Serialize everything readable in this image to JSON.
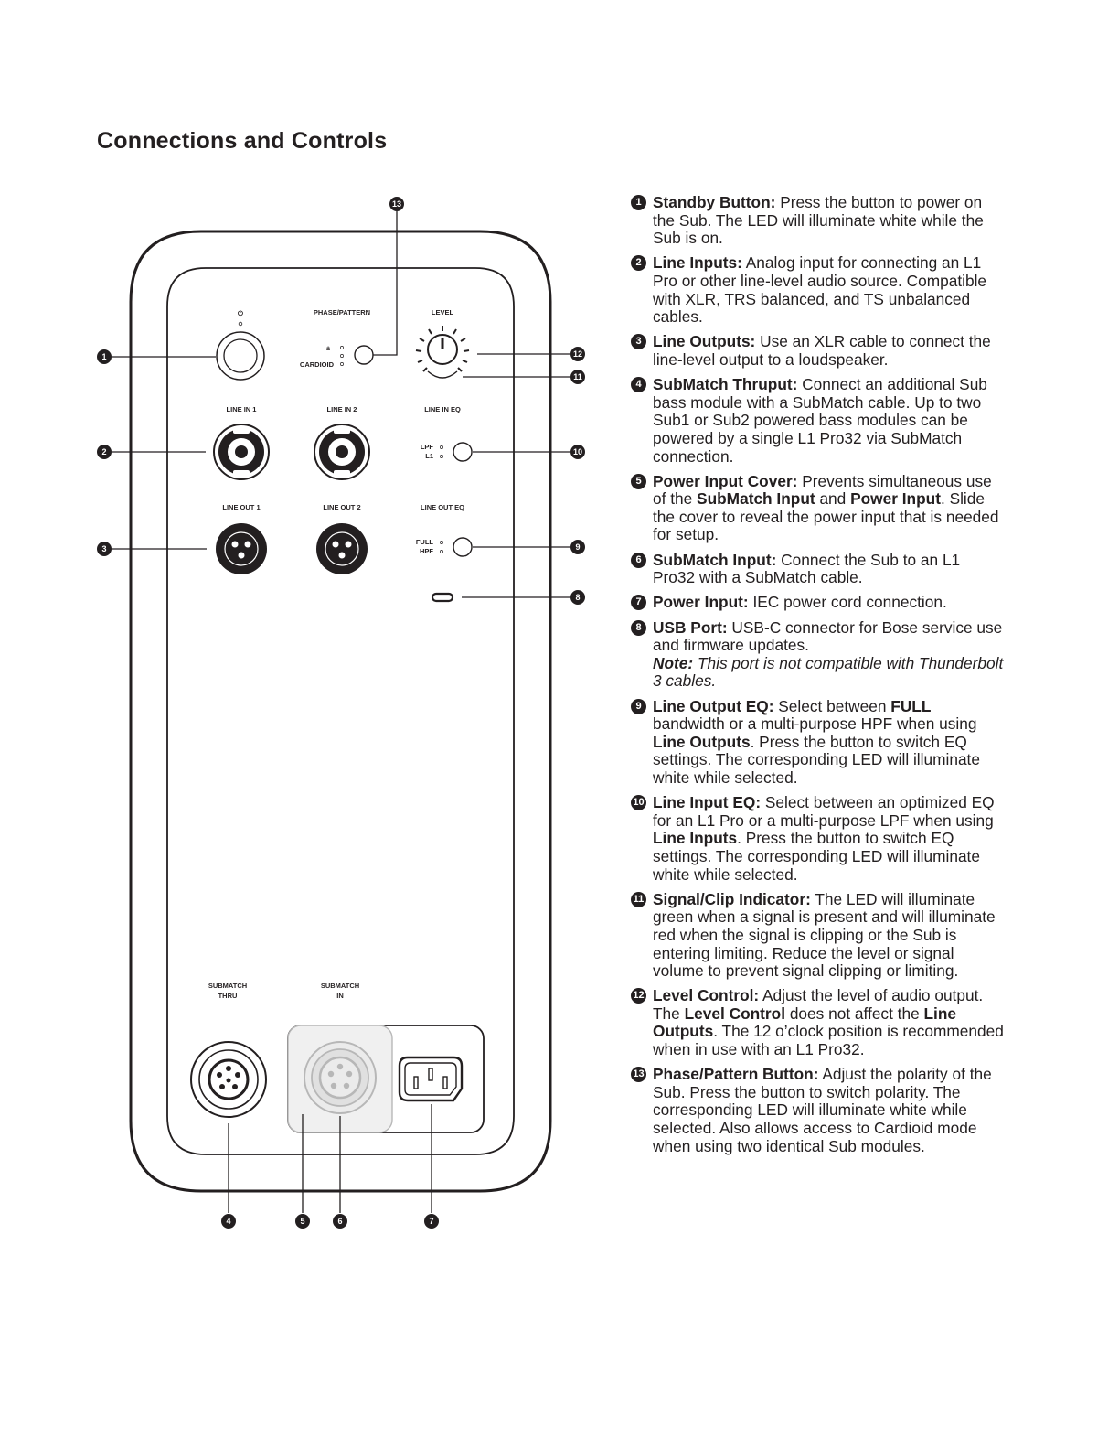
{
  "page": {
    "title": "Connections and Controls"
  },
  "panel": {
    "labels": {
      "standby_symbol": "⏻",
      "phase_pattern": "PHASE/PATTERN",
      "phase_plus_minus": "±",
      "cardioid": "CARDIOID",
      "level": "LEVEL",
      "line_in_1": "LINE IN 1",
      "line_in_2": "LINE IN 2",
      "line_in_eq": "LINE IN EQ",
      "lpf": "LPF",
      "l1": "L1",
      "line_out_1": "LINE OUT 1",
      "line_out_2": "LINE OUT 2",
      "line_out_eq": "LINE OUT EQ",
      "full": "FULL",
      "hpf": "HPF",
      "submatch_thru_1": "SUBMATCH",
      "submatch_thru_2": "THRU",
      "submatch_in_1": "SUBMATCH",
      "submatch_in_2": "IN"
    },
    "callouts": [
      "1",
      "2",
      "3",
      "4",
      "5",
      "6",
      "7",
      "8",
      "9",
      "10",
      "11",
      "12",
      "13"
    ]
  },
  "legend": [
    {
      "num": "1",
      "term": "Standby Button:",
      "text": " Press the button to power on the Sub. The LED will illuminate white while the Sub is on."
    },
    {
      "num": "2",
      "term": "Line Inputs:",
      "text": " Analog input for connecting an L1 Pro or other line-level audio source. Compatible with XLR, TRS balanced, and TS unbalanced cables."
    },
    {
      "num": "3",
      "term": "Line Outputs:",
      "text": " Use an XLR cable to connect the line-level output to a loudspeaker."
    },
    {
      "num": "4",
      "term": "SubMatch Thruput:",
      "text": " Connect an additional Sub bass module with a SubMatch cable. Up to two Sub1 or Sub2 powered bass modules can be powered by a single L1 Pro32 via SubMatch connection."
    },
    {
      "num": "5",
      "term": "Power Input Cover:",
      "text_a": " Prevents simultaneous use of the ",
      "bold_a": "SubMatch Input",
      "text_b": " and ",
      "bold_b": "Power Input",
      "text_c": ". Slide the cover to reveal the power input that is needed for setup."
    },
    {
      "num": "6",
      "term": "SubMatch Input:",
      "text": " Connect the Sub to an L1 Pro32 with a SubMatch cable."
    },
    {
      "num": "7",
      "term": "Power Input:",
      "text": " IEC power cord connection."
    },
    {
      "num": "8",
      "term": "USB Port:",
      "text": " USB-C connector for Bose service use and firmware updates.",
      "note_label": "Note:",
      "note_text": " This port is not compatible with Thunderbolt 3 cables."
    },
    {
      "num": "9",
      "term": "Line Output EQ:",
      "text_a": " Select between ",
      "bold_a": "FULL",
      "text_b": " bandwidth or a multi-purpose HPF when using ",
      "bold_b": "Line Outputs",
      "text_c": ". Press the button to switch EQ settings. The corresponding LED will illuminate white while selected."
    },
    {
      "num": "10",
      "term": "Line Input EQ:",
      "text_a": " Select between an optimized EQ for an L1 Pro or a multi-purpose LPF when using ",
      "bold_a": "Line Inputs",
      "text_b": ". Press the button to switch EQ settings. The corresponding LED will illuminate white while selected."
    },
    {
      "num": "11",
      "term": "Signal/Clip Indicator:",
      "text": " The LED will illuminate green when a signal is present and will illuminate red when the signal is clipping or the Sub is entering limiting. Reduce the level or signal volume to prevent signal clipping or limiting."
    },
    {
      "num": "12",
      "term": "Level Control:",
      "text_a": " Adjust the level of audio output. The ",
      "bold_a": "Level Control",
      "text_b": " does not affect the ",
      "bold_b": "Line Outputs",
      "text_c": ". The 12 o’clock position is recommended when in use with an L1 Pro32."
    },
    {
      "num": "13",
      "term": "Phase/Pattern Button:",
      "text": " Adjust the polarity of the Sub. Press the button to switch polarity. The corresponding LED will illuminate white while selected. Also allows access to Cardioid mode when using two identical Sub modules."
    }
  ]
}
